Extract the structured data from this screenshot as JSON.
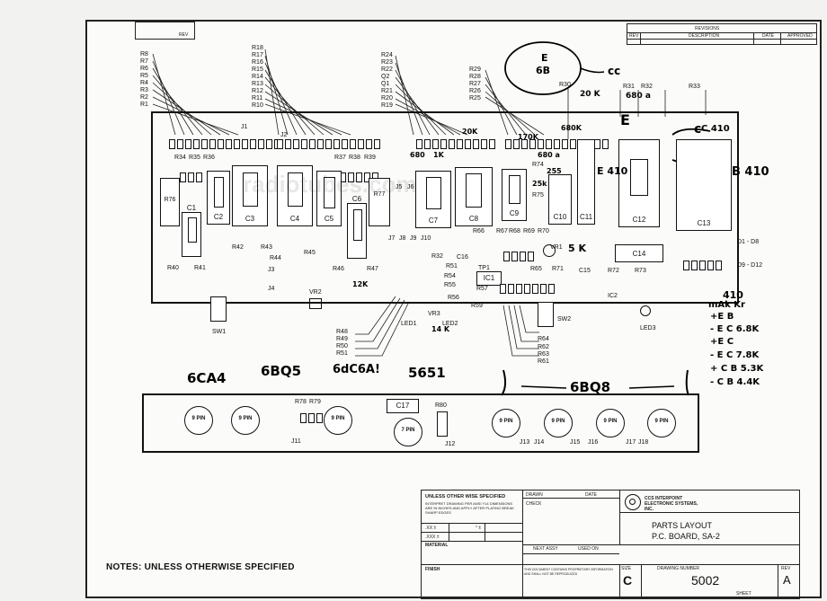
{
  "header": {
    "rev_box": "REV",
    "revisions": "REVISIONS",
    "rev_col": "REV",
    "description_col": "DESCRIPTION",
    "date_col": "DATE",
    "approved_col": "APPROVED"
  },
  "resistor_labels_left": [
    "R8",
    "R7",
    "R6",
    "R5",
    "R4",
    "R3",
    "R2",
    "R1"
  ],
  "resistor_labels_mid": [
    "R18",
    "R17",
    "R16",
    "R15",
    "R14",
    "R13",
    "R12",
    "R11",
    "R10"
  ],
  "resistor_labels_center": [
    "R24",
    "R23",
    "R22",
    "Q2",
    "Q1",
    "R21",
    "R20",
    "R19"
  ],
  "resistor_labels_right": [
    "R29",
    "R28",
    "R27",
    "R26",
    "R25"
  ],
  "top_right_labels": [
    "R30",
    "R31",
    "R32",
    "R33"
  ],
  "board_labels": {
    "j1": "J1",
    "j2": "J2",
    "r34": "R34",
    "r35": "R35",
    "r36": "R36",
    "r37": "R37",
    "r38": "R38",
    "r39": "R39",
    "r76": "R76",
    "r77": "R77",
    "r74": "R74",
    "r75": "R75",
    "c1": "C1",
    "c2": "C2",
    "c3": "C3",
    "c4": "C4",
    "c5": "C5",
    "c6": "C6",
    "c7": "C7",
    "c8": "C8",
    "c9": "C9",
    "c10": "C10",
    "c11": "C11",
    "c12": "C12",
    "c13": "C13",
    "c14": "C14",
    "c15": "C15",
    "c16": "C16",
    "r40": "R40",
    "r41": "R41",
    "r42": "R42",
    "r43": "R43",
    "r44": "R44",
    "r45": "R45",
    "r46": "R46",
    "r47": "R47",
    "j3": "J3",
    "j4": "J4",
    "j7": "J7",
    "j8": "J8",
    "j9": "J9",
    "j10": "J10",
    "r32": "R32",
    "r51": "R51",
    "r54": "R54",
    "r55": "R55",
    "r56": "R56",
    "r57": "R57",
    "r59": "R59",
    "tp1": "TP1",
    "ic1": "IC1",
    "ic2": "IC2",
    "r66": "R66",
    "r67": "R67",
    "r68": "R68",
    "r69": "R69",
    "r70": "R70",
    "r65": "R65",
    "r71": "R71",
    "r72": "R72",
    "r73": "R73",
    "vr1": "VR1",
    "vr2": "VR2",
    "vr3": "VR3",
    "d1_d8": "D1 - D8",
    "d9_d12": "D9 - D12",
    "sw1": "SW1",
    "sw2": "SW2",
    "led1": "LED1",
    "led2": "LED2",
    "led3": "LED3",
    "r48": "R48",
    "r49": "R49",
    "r50": "R50",
    "r51b": "R51",
    "r64": "R64",
    "r62": "R62",
    "r63": "R63",
    "r61": "R61",
    "j5": "J5",
    "j6": "J6"
  },
  "lower_board": {
    "r78": "R78",
    "r79": "R79",
    "r80": "R80",
    "c17": "C17",
    "tubes": [
      "9 PIN",
      "9 PIN",
      "9 PIN",
      "7 PIN",
      "9 PIN",
      "9 PIN",
      "9 PIN",
      "9 PIN"
    ],
    "jacks": [
      "J11",
      "J12",
      "J13",
      "J14",
      "J15",
      "J16",
      "J17",
      "J18"
    ]
  },
  "handwritten": {
    "e_circle": "E",
    "e_circle_2": "6B",
    "cc": "cc",
    "twenty_k": "20 K",
    "six80_a": "680 a",
    "e_mark": "E",
    "c_mark": "c",
    "c410": "C 410",
    "b410": "B 410",
    "six80_left": "680",
    "one_k": "1K",
    "twenty_k_b": "20K",
    "one70k": "170K",
    "six80_b": "680K",
    "six80_c": "680 a",
    "r74_note": "680 a",
    "twenty55": "255",
    "twentyfive_k": "25k",
    "e_410": "E 410",
    "five_k": "5 K",
    "onetwo_k": "12K",
    "fourteen_k": "14 K",
    "tube_6ca4": "6CA4",
    "tube_6bq5": "6BQ5",
    "tube_6dc6": "6dC6A!",
    "tube_5651": "5651",
    "tube_6bd8": "6BQ8",
    "right_notes": [
      "410",
      "mAk Kr",
      "+E B",
      "- E C 6.8K",
      "+E C",
      "- E C 7.8K",
      "+ C B 5.3K",
      "- C B 4.4K"
    ]
  },
  "watermark": "radiotubes.com",
  "notes": "NOTES: UNLESS OTHERWISE SPECIFIED",
  "title_block": {
    "tolerance_header": "UNLESS OTHER WISE SPECIFIED",
    "tolerance_text": "INTERPRET DRAWING PER ANSI Y14 DIMENSIONS ARE IN INCHES AND APPLY AFTER PLATING BREAK SHARP EDGES",
    "xx": ".XX ±",
    "xxx": ".XXX ±",
    "angle": "° ±",
    "material": "MATERIAL",
    "finish": "FINISH",
    "drawn": "DRAWN",
    "check": "CHECK",
    "date": "DATE",
    "next_assy": "NEXT ASSY",
    "used_on": "USED ON",
    "company": "CCS INTERPOINT ELECTRONIC SYSTEMS, INC.",
    "title_line1": "PARTS LAYOUT",
    "title_line2": "P.C. BOARD, SA-2",
    "size_label": "SIZE",
    "size": "C",
    "drawing_number_label": "DRAWING NUMBER",
    "drawing_number": "5002",
    "rev_label": "REV",
    "rev": "A",
    "sheet": "SHEET",
    "proprietary": "THIS DOCUMENT CONTAINS PROPRIETARY INFORMATION AND SHALL NOT BE REPRODUCED"
  }
}
